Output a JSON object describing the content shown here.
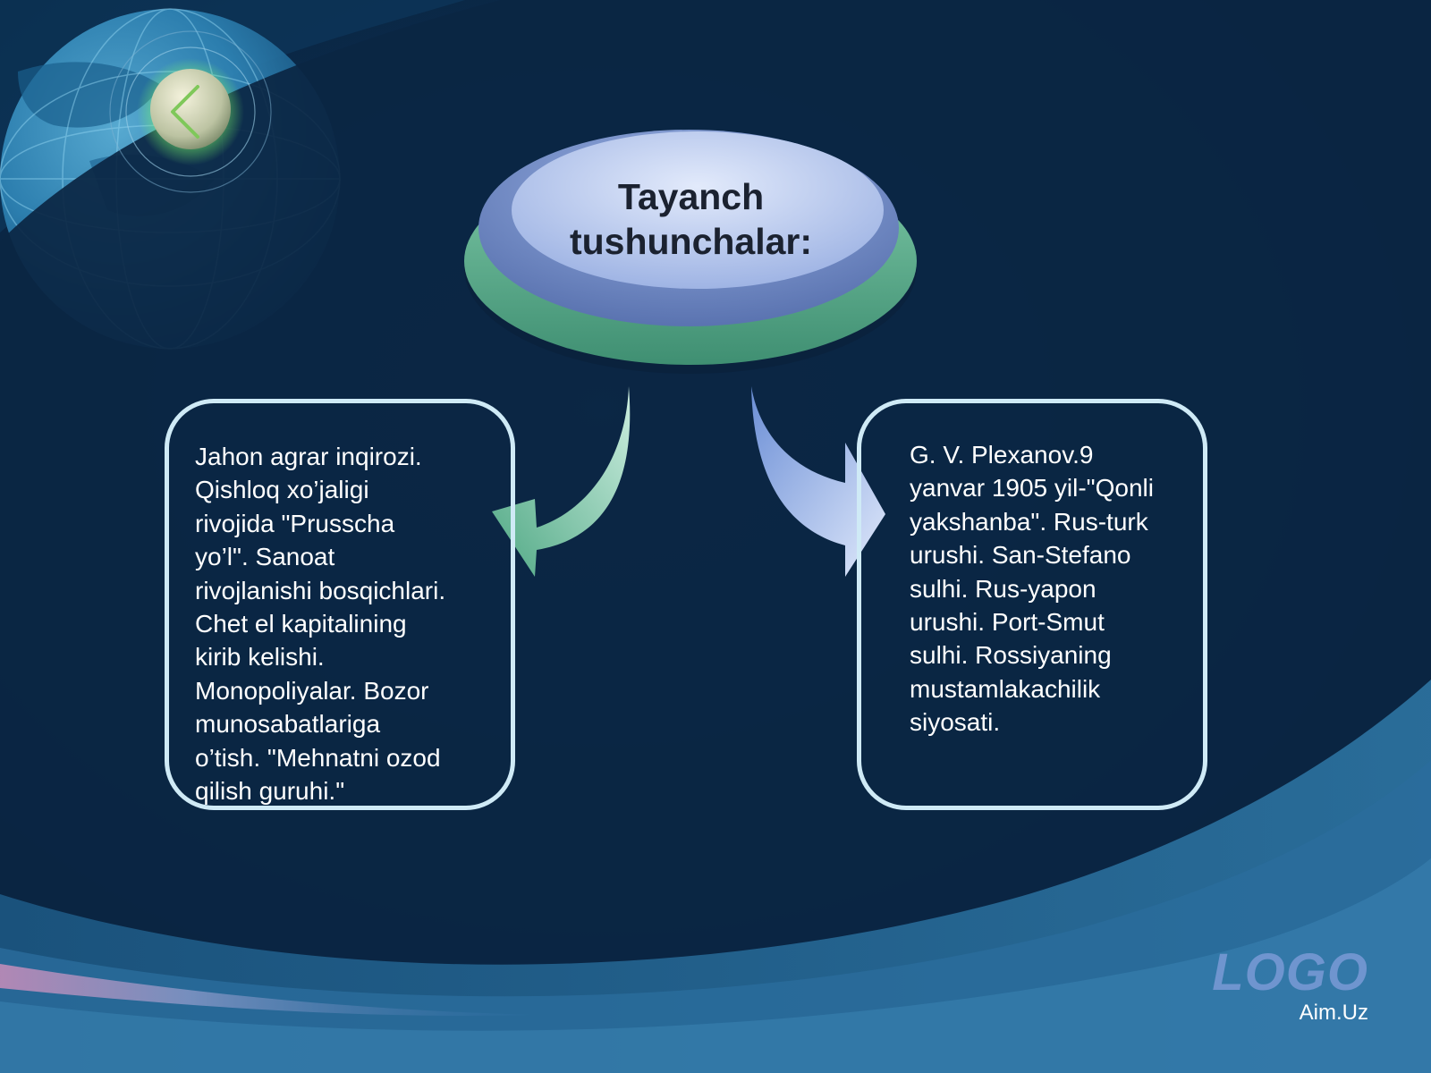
{
  "diagram": {
    "title_lines": [
      "Tayanch",
      "tushunchalar:"
    ],
    "left_box": {
      "text": "Jahon agrar inqirozi.\nQishloq xo’jaligi\nrivojida \"Prusscha\nyo’l\". Sanoat\nrivojlanishi bosqichlari.\nChet el kapitalining\nkirib kelishi.\nMonopoliyalar. Bozor\nmunosabatlariga\no’tish. \"Mehnatni ozod\nqilish guruhi.\""
    },
    "right_box": {
      "text": "G. V. Plexanov.9\nyanvar 1905 yil-\"Qonli\nyakshanba\". Rus-turk\nurushi. San-Stefano\nsulhi. Rus-yapon\nurushi. Port-Smut\nsulhi. Rossiyaning\nmustamlakachilik\nsiyosati."
    }
  },
  "branding": {
    "logo": "LOGO",
    "site": "Aim.Uz"
  },
  "icons": {
    "back": "chevron-left-icon"
  },
  "colors": {
    "background": "#0b2643",
    "ellipse_green": "#5fae8c",
    "ellipse_blue": "#8ea6d8",
    "arrow_green": "#6fbf9e",
    "arrow_blue": "#a9c0ee",
    "box_border": "#cfeaf6",
    "logo": "#6f95cf"
  }
}
